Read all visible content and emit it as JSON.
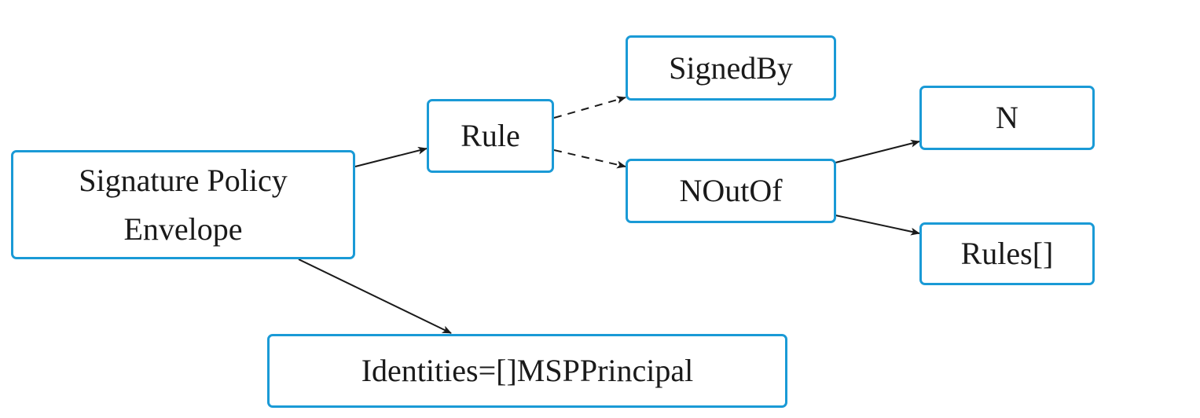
{
  "diagram": {
    "colors": {
      "node_border": "#1a9ad6",
      "node_fill": "#ffffff",
      "edge": "#1a1a1a",
      "text": "#1a1a1a"
    },
    "nodes": {
      "envelope": {
        "line1": "Signature Policy",
        "line2": "Envelope"
      },
      "rule": {
        "label": "Rule"
      },
      "signedby": {
        "label": "SignedBy"
      },
      "noutof": {
        "label": "NOutOf"
      },
      "n": {
        "label": "N"
      },
      "rules": {
        "label": "Rules[]"
      },
      "identities": {
        "label": "Identities=[]MSPPrincipal"
      }
    },
    "edges": [
      {
        "from": "envelope",
        "to": "rule",
        "style": "solid"
      },
      {
        "from": "envelope",
        "to": "identities",
        "style": "solid"
      },
      {
        "from": "rule",
        "to": "signedby",
        "style": "dashed"
      },
      {
        "from": "rule",
        "to": "noutof",
        "style": "dashed"
      },
      {
        "from": "noutof",
        "to": "n",
        "style": "solid"
      },
      {
        "from": "noutof",
        "to": "rules",
        "style": "solid"
      }
    ]
  }
}
